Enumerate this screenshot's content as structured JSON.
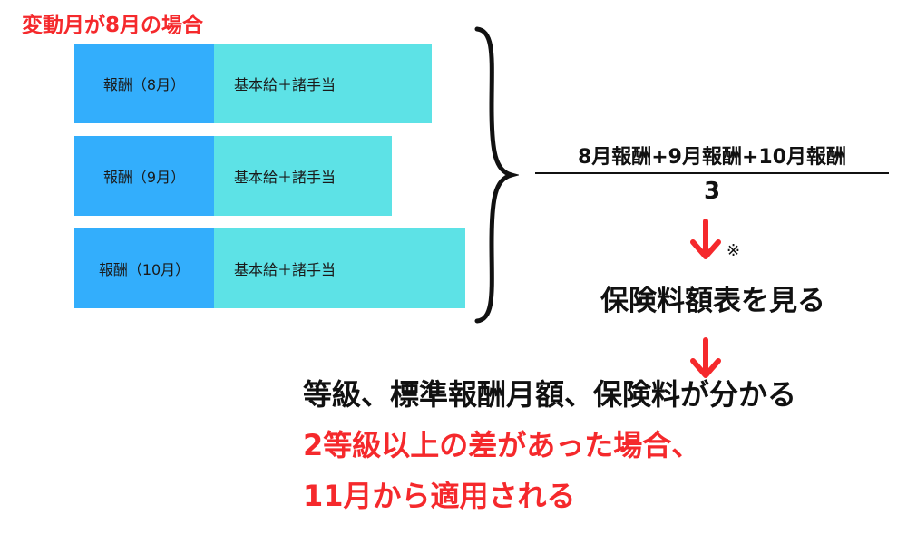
{
  "title": "変動月が8月の場合",
  "bars": [
    {
      "label": "報酬（8月）",
      "content": "基本給＋諸手当"
    },
    {
      "label": "報酬（9月）",
      "content": "基本給＋諸手当"
    },
    {
      "label": "報酬（10月）",
      "content": "基本給＋諸手当"
    }
  ],
  "formula": {
    "numerator": "8月報酬+9月報酬+10月報酬",
    "denominator": "3"
  },
  "note_mark": "※",
  "lookup_text": "保険料額表を見る",
  "result_text": "等級、標準報酬月額、保険料が分かる",
  "note_line1": "2等級以上の差があった場合、",
  "note_line2": "11月から適用される",
  "colors": {
    "label_blue": "#33aefc",
    "content_cyan": "#5de2e6",
    "accent_red": "#f5292c"
  }
}
